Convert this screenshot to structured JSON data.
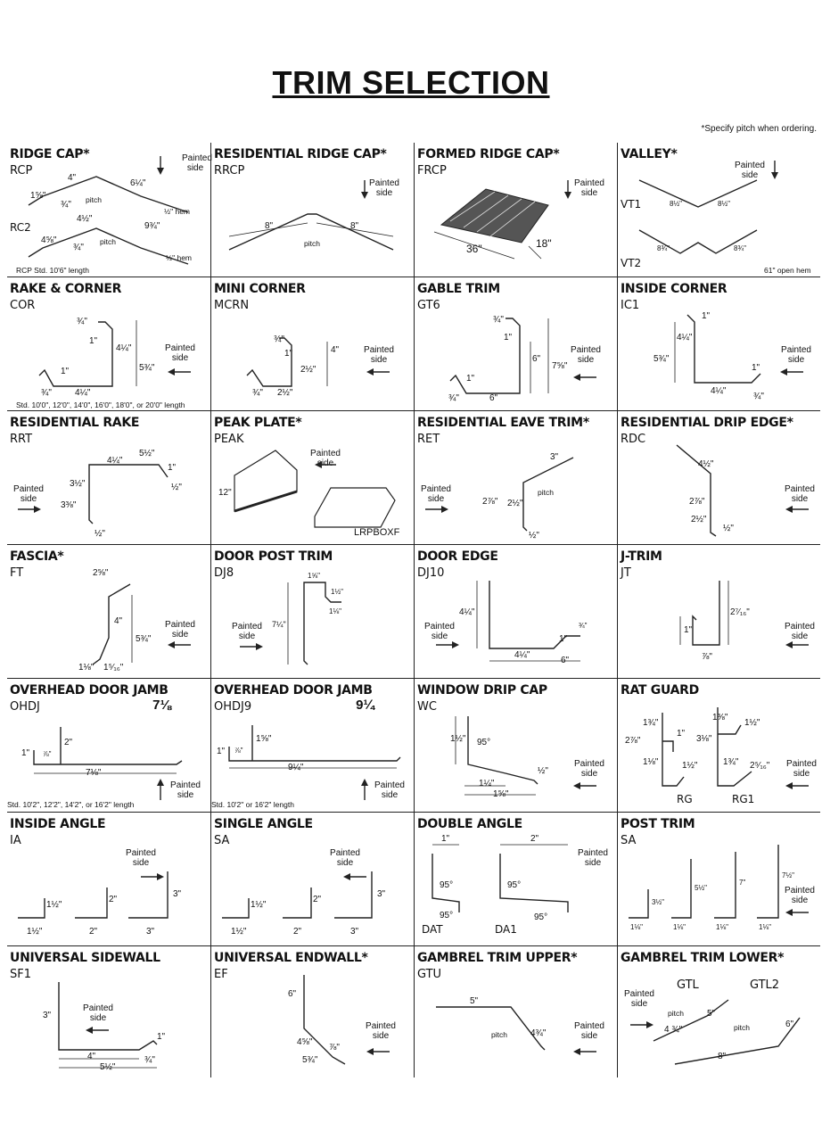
{
  "title": "TRIM SELECTION",
  "note": "*Specify pitch when ordering.",
  "painted_side": "Painted side",
  "pitch": "pitch",
  "cells": {
    "ridge_cap": {
      "name": "RIDGE CAP*",
      "code": "RCP",
      "code2": "RC2",
      "footer": "RCP Std. 10'6\" length",
      "d1": "4\"",
      "d2": "6¼\"",
      "d3": "1⅝\"",
      "d4": "¾\"",
      "d5": "4½\"",
      "d6": "9¾\"",
      "d7": "4⅝\"",
      "d8": "¾\"",
      "hem": "½\" hem"
    },
    "res_ridge_cap": {
      "name": "RESIDENTIAL RIDGE CAP*",
      "code": "RRCP",
      "d1": "8\"",
      "d2": "8\""
    },
    "formed_ridge_cap": {
      "name": "FORMED RIDGE CAP*",
      "code": "FRCP",
      "d1": "36\"",
      "d2": "18\""
    },
    "valley": {
      "name": "VALLEY*",
      "code": "VT1",
      "code2": "VT2",
      "d1": "8½\"",
      "d2": "8½\"",
      "d3": "8¾\"",
      "d4": "8¾\"",
      "footer": "61\" open hem"
    },
    "rake_corner": {
      "name": "RAKE & CORNER",
      "code": "COR",
      "d1": "¾\"",
      "d2": "1\"",
      "d3": "4¼\"",
      "d4": "5¾\"",
      "d5": "1\"",
      "d6": "¾\"",
      "d7": "4¼\"",
      "footer": "Std. 10'0\", 12'0\", 14'0\", 16'0\", 18'0\", or 20'0\" length"
    },
    "mini_corner": {
      "name": "MINI CORNER",
      "code": "MCRN",
      "d1": "¾\"",
      "d2": "1\"",
      "d3": "4\"",
      "d4": "2½\"",
      "d5": "¾\"",
      "d6": "2½\""
    },
    "gable_trim": {
      "name": "GABLE TRIM",
      "code": "GT6",
      "d1": "¾\"",
      "d2": "1\"",
      "d3": "6\"",
      "d4": "7⅝\"",
      "d5": "1\"",
      "d6": "¾\"",
      "d7": "6\""
    },
    "inside_corner": {
      "name": "INSIDE CORNER",
      "code": "IC1",
      "d1": "1\"",
      "d2": "4¼\"",
      "d3": "5¾\"",
      "d4": "1\"",
      "d5": "4¼\"",
      "d6": "¾\""
    },
    "res_rake": {
      "name": "RESIDENTIAL RAKE",
      "code": "RRT",
      "d1": "5½\"",
      "d2": "4¼\"",
      "d3": "1\"",
      "d4": "3½\"",
      "d5": "½\"",
      "d6": "3⅜\"",
      "d7": "½\""
    },
    "peak_plate": {
      "name": "PEAK PLATE*",
      "code": "PEAK",
      "d1": "12\"",
      "label2": "LRPBOXF"
    },
    "res_eave": {
      "name": "RESIDENTIAL EAVE TRIM*",
      "code": "RET",
      "d1": "3\"",
      "d2": "2⅞\"",
      "d3": "2½\"",
      "d4": "½\""
    },
    "res_drip": {
      "name": "RESIDENTIAL DRIP EDGE*",
      "code": "RDC",
      "d1": "4½\"",
      "d2": "2⅞\"",
      "d3": "2½\"",
      "d4": "½\""
    },
    "fascia": {
      "name": "FASCIA*",
      "code": "FT",
      "d1": "2⅝\"",
      "d2": "4\"",
      "d3": "5¾\"",
      "d4": "1⅛\"",
      "d5": "1⁵⁄₁₆\""
    },
    "door_post": {
      "name": "DOOR POST TRIM",
      "code": "DJ8",
      "d1": "1⅝\"",
      "d2": "1½\"",
      "d3": "7¼\"",
      "d4": "1⅛\""
    },
    "door_edge": {
      "name": "DOOR EDGE",
      "code": "DJ10",
      "d1": "4¼\"",
      "d2": "1\"",
      "d3": "¾\"",
      "d4": "4¼\"",
      "d5": "6\""
    },
    "j_trim": {
      "name": "J-TRIM",
      "code": "JT",
      "d1": "2⁷⁄₁₆\"",
      "d2": "1\"",
      "d3": "⅞\""
    },
    "ohdj": {
      "name": "OVERHEAD DOOR JAMB",
      "code": "OHDJ",
      "frac": "7⅛",
      "d1": "1\"",
      "d2": "⅞\"",
      "d3": "2\"",
      "d4": "7⅛\"",
      "footer": "Std. 10'2\", 12'2\", 14'2\", or 16'2\" length"
    },
    "ohdj9": {
      "name": "OVERHEAD DOOR JAMB",
      "code": "OHDJ9",
      "frac": "9¼",
      "d1": "1\"",
      "d2": "⅞\"",
      "d3": "1⅝\"",
      "d4": "9¼\"",
      "footer": "Std. 10'2\" or 16'2\" length"
    },
    "window_drip": {
      "name": "WINDOW DRIP CAP",
      "code": "WC",
      "d1": "1½\"",
      "d2": "95°",
      "d3": "½\"",
      "d4": "1¼\"",
      "d5": "1⅝\""
    },
    "rat_guard": {
      "name": "RAT GUARD",
      "code": "RG",
      "code2": "RG1",
      "d1": "1¾\"",
      "d2": "2⅞\"",
      "d3": "1\"",
      "d4": "1⅛\"",
      "d5": "1½\"",
      "d6": "1⅜\"",
      "d7": "3⅛\"",
      "d8": "1½\"",
      "d9": "1¾\"",
      "d10": "2⁵⁄₁₆\""
    },
    "inside_angle": {
      "name": "INSIDE ANGLE",
      "code": "IA",
      "d1": "1½\"",
      "d2": "1½\"",
      "d3": "2\"",
      "d4": "2\"",
      "d5": "3\"",
      "d6": "3\""
    },
    "single_angle": {
      "name": "SINGLE ANGLE",
      "code": "SA",
      "d1": "1½\"",
      "d2": "1½\"",
      "d3": "2\"",
      "d4": "2\"",
      "d5": "3\"",
      "d6": "3\""
    },
    "double_angle": {
      "name": "DOUBLE ANGLE",
      "code": "DAT",
      "code2": "DA1",
      "d1": "1\"",
      "d2": "95°",
      "d3": "95°",
      "d4": "2\"",
      "d5": "95°",
      "d6": "95°"
    },
    "post_trim": {
      "name": "POST TRIM",
      "code": "SA",
      "d1": "3½\"",
      "d2": "5½\"",
      "d3": "7\"",
      "d4": "7½\"",
      "d5": "1⅛\""
    },
    "univ_sidewall": {
      "name": "UNIVERSAL SIDEWALL",
      "code": "SF1",
      "d1": "3\"",
      "d2": "1\"",
      "d3": "4\"",
      "d4": "¾\"",
      "d5": "5½\""
    },
    "univ_endwall": {
      "name": "UNIVERSAL ENDWALL*",
      "code": "EF",
      "d1": "6\"",
      "d2": "4⅝\"",
      "d3": "⅞\"",
      "d4": "5¾\""
    },
    "gambrel_upper": {
      "name": "GAMBREL TRIM UPPER*",
      "code": "GTU",
      "d1": "5\"",
      "d2": "4¾\""
    },
    "gambrel_lower": {
      "name": "GAMBREL TRIM LOWER*",
      "code": "GTL",
      "code2": "GTL2",
      "d1": "5\"",
      "d2": "4 ¾\"",
      "d3": "6\"",
      "d4": "8\""
    }
  }
}
